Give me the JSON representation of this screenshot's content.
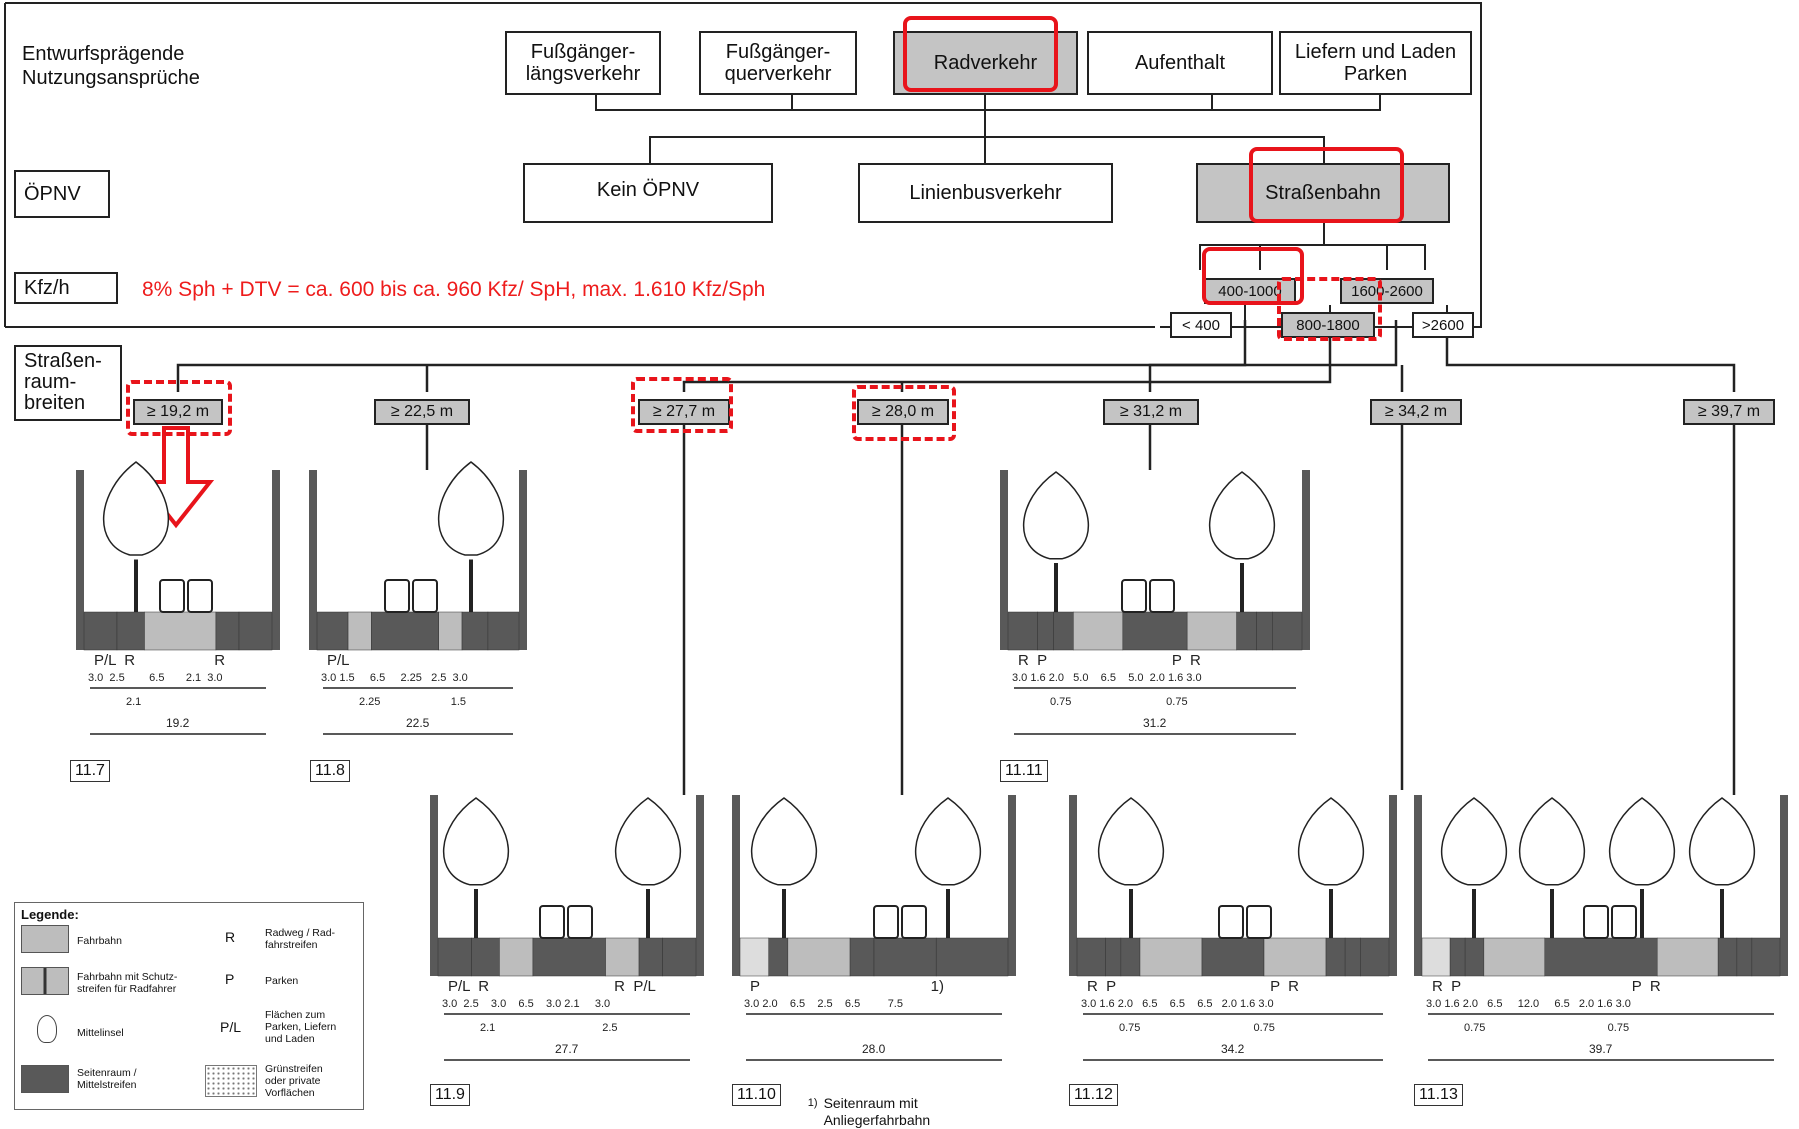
{
  "header": {
    "row1_label": "Entwurfsprägende\nNutzungsansprüche",
    "row2_label": "ÖPNV",
    "row3_label": "Kfz/h",
    "row4_label": "Straßen-\nraum-\nbreiten"
  },
  "usage_boxes": [
    {
      "label": "Fußgänger-\nlängsverkehr"
    },
    {
      "label": "Fußgänger-\nquerverkehr"
    },
    {
      "label": "Radverkehr"
    },
    {
      "label": "Aufenthalt"
    },
    {
      "label": "Liefern und Laden\nParken"
    }
  ],
  "opnv_boxes": [
    {
      "label": "Kein ÖPNV"
    },
    {
      "label": "Linienbusverkehr"
    },
    {
      "label": "Straßenbahn"
    }
  ],
  "traffic_note": "8% Sph + DTV =  ca. 600 bis ca. 960 Kfz/ SpH, max. 1.610 Kfz/Sph",
  "traffic_ranges": {
    "r400_1000": "400-1000",
    "r1600_2600": "1600-2600",
    "r_lt400": "< 400",
    "r800_1800": "800-1800",
    "r_gt2600": ">2600"
  },
  "widths": [
    "≥ 19,2 m",
    "≥ 22,5 m",
    "≥ 27,7 m",
    "≥ 28,0 m",
    "≥ 31,2 m",
    "≥ 34,2 m",
    "≥ 39,7 m"
  ],
  "profiles": {
    "p117": {
      "id": "11.7",
      "labels": "P/L  R                   R",
      "dims": "3.0  2.5        6.5       2.1  3.0",
      "sub": "2.1",
      "total": "19.2"
    },
    "p118": {
      "id": "11.8",
      "labels": "P/L",
      "dims": "3.0 1.5     6.5     2.25   2.5  3.0",
      "sub": "2.25                       1.5",
      "total": "22.5"
    },
    "p119": {
      "id": "11.9",
      "labels": "P/L  R                              R  P/L",
      "dims": "3.0  2.5    3.0    6.5    3.0 2.1     3.0",
      "sub": "2.1                                   2.5",
      "total": "27.7"
    },
    "p1110": {
      "id": "11.10",
      "labels": "P                                         1)",
      "dims": "3.0 2.0    6.5    2.5    6.5         7.5",
      "total": "28.0"
    },
    "p1111": {
      "id": "11.11",
      "labels": "R  P                              P  R",
      "dims": "3.0 1.6 2.0   5.0    6.5    5.0  2.0 1.6 3.0",
      "sub": "0.75                               0.75",
      "total": "31.2"
    },
    "p1112": {
      "id": "11.12",
      "labels": "R  P                                     P  R",
      "dims": "3.0 1.6 2.0   6.5    6.5    6.5   2.0 1.6 3.0",
      "sub": "0.75                                     0.75",
      "total": "34.2"
    },
    "p1113": {
      "id": "11.13",
      "labels": "R  P                                         P  R",
      "dims": "3.0 1.6 2.0   6.5     12.0     6.5   2.0 1.6 3.0",
      "sub": "0.75                                        0.75",
      "total": "39.7"
    }
  },
  "footnote": {
    "mark": "1)",
    "text": "Seitenraum mit\nAnliegerfahrbahn"
  },
  "legend": {
    "title": "Legende:",
    "fahrbahn": "Fahrbahn",
    "schutz": "Fahrbahn mit Schutz-\nstreifen für Radfahrer",
    "mittelinsel": "Mittelinsel",
    "seitenraum": "Seitenraum /\nMittelstreifen",
    "r_key": "R",
    "r_text": "Radweg / Rad-\nfahrstreifen",
    "p_key": "P",
    "p_text": "Parken",
    "pl_key": "P/L",
    "pl_text": "Flächen zum\nParken, Liefern\nund Laden",
    "gruen_text": "Grünstreifen\noder private\nVorflächen"
  },
  "colors": {
    "highlight": "#e8141b",
    "box_gray": "#c4c4c4",
    "side_dark": "#595959",
    "road_light": "#bdbdbd"
  }
}
